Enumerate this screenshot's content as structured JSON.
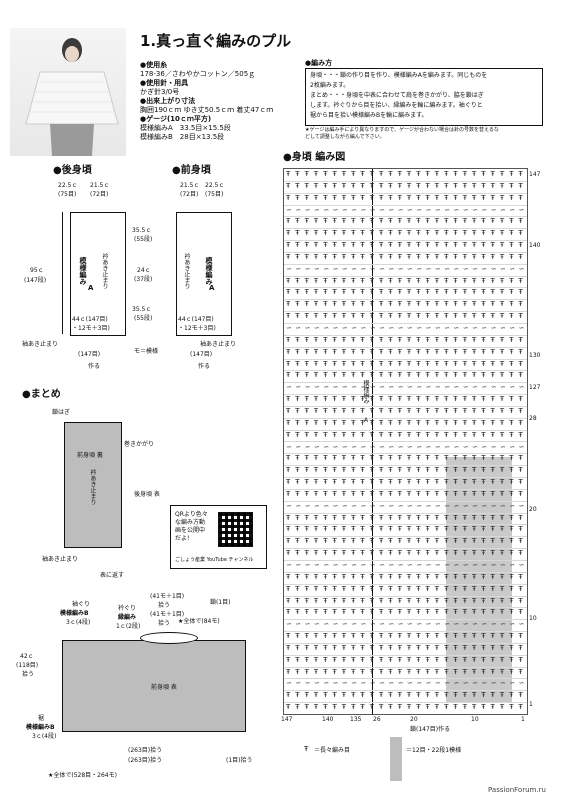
{
  "title": "1.真っ直ぐ編みのプル",
  "materials": {
    "yarn_heading": "●使用糸",
    "yarn": "178-36／さわやかコットン／505ｇ",
    "needle_heading": "●使用針・用具",
    "needle": "かぎ針3/0号",
    "size_heading": "●出来上がり寸法",
    "size": "胸囲190ｃｍ ゆき丈50.5ｃｍ 着丈47ｃｍ",
    "gauge_heading": "●ゲージ(10ｃｍ平方)",
    "gauge_a": "模様編みA　33.5目×15.5段",
    "gauge_b": "模様編みB　28目×13.5段"
  },
  "method": {
    "heading": "●編み方",
    "line1": "身頃・・・鎖の作り目を作り、模様編みAを編みます。同じものを",
    "line2": "2枚編みます。",
    "line3": "まとめ・・・身頃を中表に合わせて肩を巻きかがり、脇を鎖はぎ",
    "line4": "します。衿ぐりから目を拾い、縁編みを輪に編みます。袖ぐりと",
    "line5": "裾から目を拾い模様編みBを輪に編みます。",
    "note1": "★ゲージは編み手により異なりますので、ゲージが合わない場合は針の号数を替えるな",
    "note2": "どして調整しながら編んで下さい。"
  },
  "back": {
    "heading": "●後身頃",
    "top_left": "22.5ｃ",
    "top_left_sub": "(75目)",
    "top_right": "21.5ｃ",
    "top_right_sub": "(72目)",
    "height": "95ｃ",
    "height_sub": "(147段)",
    "label1": "模様編み",
    "label2": "A",
    "slit": "衿あき止まり",
    "bottom1": "44ｃ(147目)",
    "bottom2": "・12モ＋3目)",
    "sleeve": "袖あき止まり",
    "stitches": "(147目)",
    "start": "作る"
  },
  "front": {
    "heading": "●前身頃",
    "top_left": "21.5ｃ",
    "top_left_sub": "(72目)",
    "top_right": "22.5ｃ",
    "top_right_sub": "(75目)",
    "side1": "35.5ｃ",
    "side1_sub": "(55段)",
    "side2": "24ｃ",
    "side2_sub": "(37段)",
    "side3": "35.5ｃ",
    "side3_sub": "(55段)",
    "label1": "模様編み",
    "label2": "A",
    "slit": "衿あき止まり",
    "bottom1": "44ｃ(147目)",
    "bottom2": "・12モ＋3目)",
    "legend": "モ＝模様",
    "sleeve": "袖あき止まり",
    "stitches": "(147目)",
    "start": "作る"
  },
  "assembly": {
    "heading": "●まとめ",
    "seam": "鎖はぎ",
    "front_label": "前身頃 裏",
    "whip": "巻きかがり",
    "slit": "衿あき止まり",
    "back_label": "後身頃 表",
    "sleeve": "袖あき止まり",
    "turn": "表に返す"
  },
  "qr": {
    "line1": "QRより色々",
    "line2": "な編み方動",
    "line3": "画を公開中",
    "line4": "だよ!",
    "line5": "ごしょう産業 YouTube チャンネル"
  },
  "finish": {
    "neck_a": "(41モ＋1目)",
    "neck_a2": "拾う",
    "neck_b": "(41モ＋1目)",
    "neck_b2": "拾う",
    "chain": "鎖(1目)",
    "all": "★全体で(84モ)",
    "neck_label1": "衿ぐり",
    "neck_label2": "縁編み",
    "neck_rows": "1ｃ(2段)",
    "arm_label1": "袖ぐり",
    "arm_label2": "模様編みB",
    "arm_rows": "3ｃ(4段)",
    "arm_len": "42ｃ",
    "arm_len_sub": "(118目)",
    "arm_pick": "拾う",
    "body_label": "前身頃 表",
    "hem_label1": "裾",
    "hem_label2": "模様編みB",
    "hem_rows": "3ｃ(4段)",
    "pick1": "(263目)拾う",
    "pick2": "(263目)拾う",
    "chain2": "(1目)拾う",
    "total": "★全体で(528目・264モ)"
  },
  "chart": {
    "heading": "●身頃 編み図",
    "row_labels": [
      "147",
      "140",
      "130",
      "127",
      "28",
      "20",
      "10",
      "1"
    ],
    "side_label1": "模様編み",
    "side_label2": "A",
    "bottom_labels": [
      "147",
      "140",
      "135",
      "26",
      "20",
      "10",
      "1"
    ],
    "foundation": "鎖(147目)作る"
  },
  "legend": {
    "symbol": "＝長々編み目",
    "repeat": "＝12目・22段1模様"
  },
  "watermark": "PassionForum.ru"
}
